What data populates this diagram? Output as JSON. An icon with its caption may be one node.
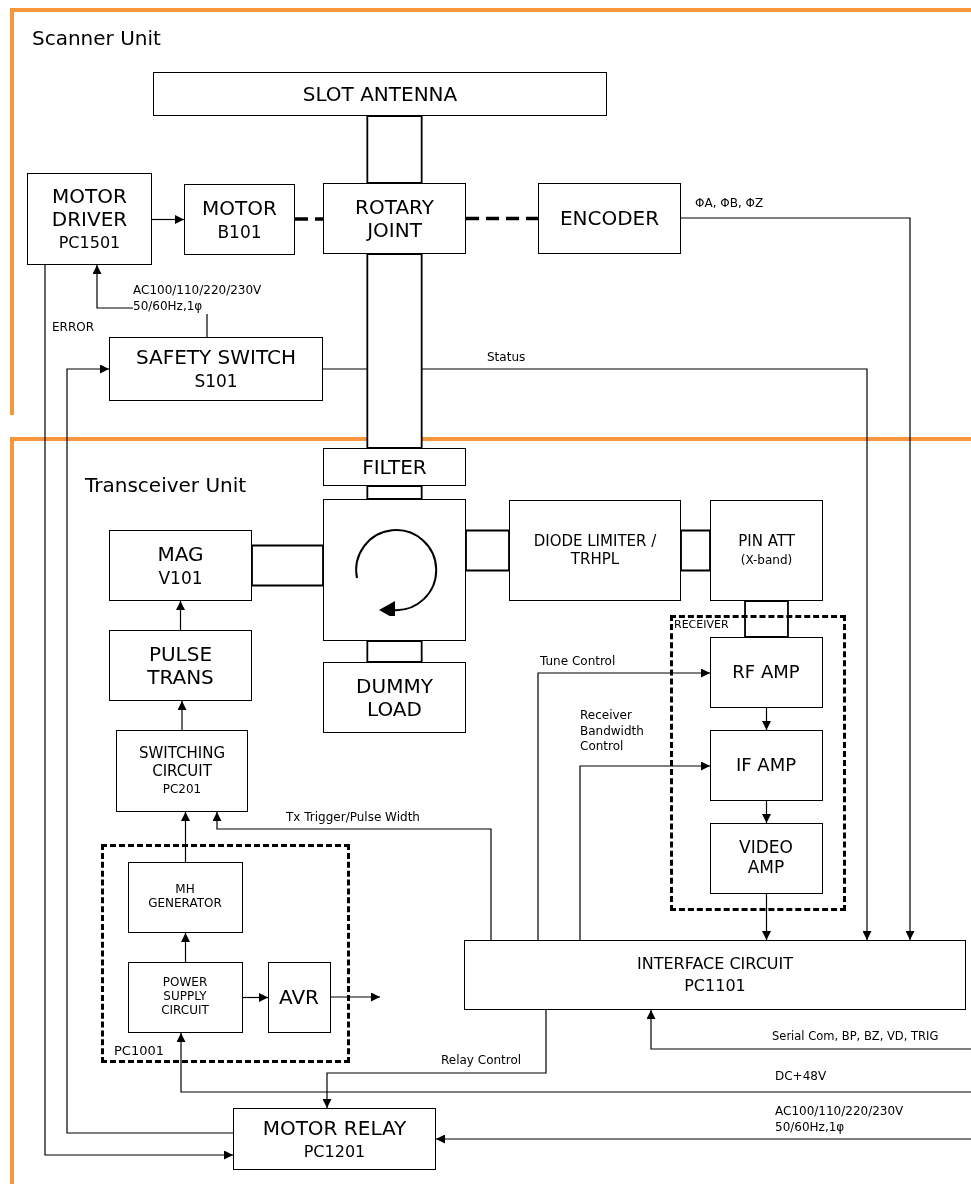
{
  "diagram": {
    "nodes": [
      {
        "text": [
          "Scanner Unit"
        ]
      },
      {
        "text": [
          "SLOT ANTENNA"
        ],
        "in": 0
      },
      {
        "text": [
          "MOTOR DRIVER",
          "PC1501"
        ],
        "in": 0
      },
      {
        "text": [
          "MOTOR",
          "B101"
        ],
        "in": 0
      },
      {
        "text": [
          "ROTARY JOINT"
        ],
        "in": 0
      },
      {
        "text": [
          "ENCODER"
        ],
        "in": 0
      },
      {
        "text": [
          "SAFETY SWITCH",
          "S101"
        ],
        "in": 0
      },
      {
        "text": [
          "Transceiver Unit"
        ]
      },
      {
        "text": [
          "FILTER"
        ],
        "in": 7
      },
      {
        "text": [],
        "shape": "box",
        "in": 7
      },
      {
        "text": [
          "MAG",
          "V101"
        ],
        "in": 7
      },
      {
        "text": [
          "DIODE LIMITER / TRHPL"
        ],
        "in": 7
      },
      {
        "text": [
          "PIN ATT",
          "(X-band)"
        ],
        "in": 7
      },
      {
        "text": [
          "RECEIVER"
        ],
        "in": 7
      },
      {
        "text": [
          "RF AMP"
        ],
        "in": 13
      },
      {
        "text": [
          "IF AMP"
        ],
        "in": 13
      },
      {
        "text": [
          "VIDEO AMP"
        ],
        "in": 13
      },
      {
        "text": [
          "DUMMY LOAD"
        ],
        "in": 7
      },
      {
        "text": [
          "PULSE TRANS"
        ],
        "in": 7
      },
      {
        "text": [
          "SWITCHING CIRCUIT",
          "PC201"
        ],
        "in": 7
      },
      {
        "text": [
          "PC1001"
        ],
        "in": 7
      },
      {
        "text": [
          "MH GENERATOR"
        ],
        "in": 20
      },
      {
        "text": [
          "POWER SUPPLY CIRCUIT"
        ],
        "in": 20
      },
      {
        "text": [
          "AVR"
        ],
        "in": 20
      },
      {
        "text": [
          "INTERFACE CIRCUIT",
          "PC1101"
        ],
        "in": 7
      },
      {
        "text": [
          "MOTOR RELAY",
          "PC1201"
        ],
        "in": 7
      }
    ],
    "edges": [
      {
        "from": 2,
        "to": 3,
        "arrow": "to"
      },
      {
        "from": 3,
        "to": 4,
        "arrow": "none",
        "style": "dashed"
      },
      {
        "from": 4,
        "to": 5,
        "arrow": "none",
        "style": "dashed"
      },
      {
        "from": 5,
        "to": 24,
        "arrow": "to",
        "label": "ΦA, ΦB, ΦZ"
      },
      {
        "from": 6,
        "to": 2,
        "arrow": "to",
        "label": "AC100/110/220/230V 50/60Hz,1φ"
      },
      {
        "from": 6,
        "to": 24,
        "arrow": "to",
        "label": "Status"
      },
      {
        "from": 2,
        "to": 25,
        "arrow": "to",
        "label": "ERROR"
      },
      {
        "from": 25,
        "to": 6,
        "arrow": "to"
      },
      {
        "from": 24,
        "to": 14,
        "arrow": "to",
        "label": "Tune Control"
      },
      {
        "from": 24,
        "to": 15,
        "arrow": "to",
        "label": "Receiver Bandwidth Control"
      },
      {
        "from": 14,
        "to": 15,
        "arrow": "to"
      },
      {
        "from": 15,
        "to": 16,
        "arrow": "to"
      },
      {
        "from": 16,
        "to": 24,
        "arrow": "to"
      },
      {
        "from": 24,
        "to": 19,
        "arrow": "to",
        "label": "Tx Trigger/Pulse Width"
      },
      {
        "from": 19,
        "to": 18,
        "arrow": "to"
      },
      {
        "from": 18,
        "to": 10,
        "arrow": "to"
      },
      {
        "from": 21,
        "to": 19,
        "arrow": "to"
      },
      {
        "from": 22,
        "to": 21,
        "arrow": "to"
      },
      {
        "from": 22,
        "to": 23,
        "arrow": "to"
      },
      {
        "from": 23,
        "to": null,
        "arrow": "to"
      },
      {
        "from": 24,
        "to": 25,
        "arrow": "to",
        "label": "Relay Control"
      },
      {
        "from": null,
        "to": 24,
        "arrow": "to",
        "label": "Serial Com, BP, BZ, VD, TRIG"
      },
      {
        "from": null,
        "to": 22,
        "arrow": "to",
        "label": "DC+48V"
      },
      {
        "from": null,
        "to": 25,
        "arrow": "to",
        "label": "AC100/110/220/230V 50/60Hz,1φ"
      },
      {
        "from": 1,
        "to": 4,
        "arrow": "none",
        "style": "thick"
      },
      {
        "from": 4,
        "to": 8,
        "arrow": "none",
        "style": "thick"
      },
      {
        "from": 8,
        "to": 9,
        "arrow": "none",
        "style": "thick"
      },
      {
        "from": 10,
        "to": 9,
        "arrow": "none",
        "style": "thick"
      },
      {
        "from": 9,
        "to": 11,
        "arrow": "none",
        "style": "thick"
      },
      {
        "from": 11,
        "to": 12,
        "arrow": "none",
        "style": "thick"
      },
      {
        "from": 9,
        "to": 17,
        "arrow": "none",
        "style": "thick"
      },
      {
        "from": 12,
        "to": 14,
        "arrow": "none",
        "style": "thick"
      }
    ]
  }
}
